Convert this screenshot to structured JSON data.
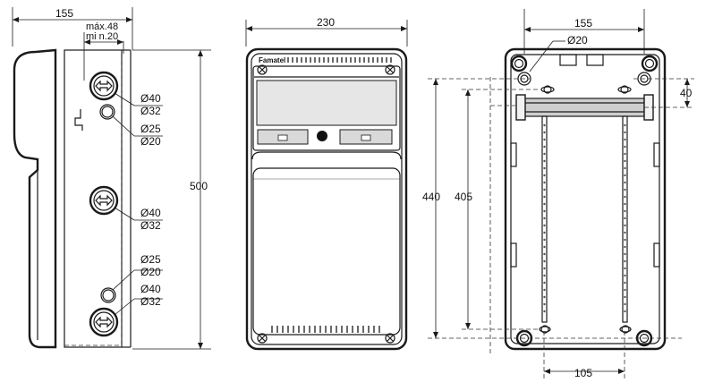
{
  "side_view": {
    "dim_depth": "155",
    "dim_max": "máx.48",
    "dim_min": "mi n.20",
    "dim_height": "500",
    "hole_top_large": [
      "Ø40",
      "Ø32"
    ],
    "hole_top_small": [
      "Ø25",
      "Ø20"
    ],
    "hole_mid_large": [
      "Ø40",
      "Ø32"
    ],
    "hole_low_small": [
      "Ø25",
      "Ø20"
    ],
    "hole_bottom_large": [
      "Ø40",
      "Ø32"
    ]
  },
  "front_view": {
    "dim_width": "230",
    "brand": "Famatel"
  },
  "back_view": {
    "dim_top_spacing": "155",
    "dim_hole": "Ø20",
    "dim_rail_offset": "40",
    "dim_total_height": "440",
    "dim_inner_height": "405",
    "dim_bottom_spacing": "105"
  }
}
